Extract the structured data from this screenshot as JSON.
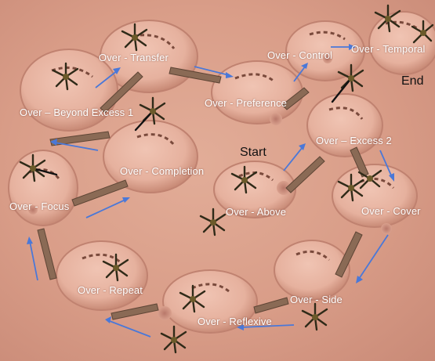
{
  "map": {
    "start_label": "Start",
    "end_label": "End",
    "stations": [
      {
        "id": "transfer",
        "label": "Over - Transfer"
      },
      {
        "id": "control",
        "label": "Over - Control"
      },
      {
        "id": "temporal",
        "label": "Over - Temporal"
      },
      {
        "id": "preference",
        "label": "Over - Preference"
      },
      {
        "id": "beyond-excess-1",
        "label": "Over – Beyond Excess 1"
      },
      {
        "id": "excess-2",
        "label": "Over – Excess 2"
      },
      {
        "id": "completion",
        "label": "Over - Completion"
      },
      {
        "id": "focus",
        "label": "Over - Focus"
      },
      {
        "id": "above",
        "label": "Over - Above"
      },
      {
        "id": "cover",
        "label": "Over - Cover"
      },
      {
        "id": "repeat",
        "label": "Over - Repeat"
      },
      {
        "id": "side",
        "label": "Over - Side"
      },
      {
        "id": "reflexive",
        "label": "Over - Reflexive"
      }
    ],
    "colors": {
      "ground": "#d99d88",
      "path_arrow": "#4a78d8",
      "bridge": "#8a6a55",
      "label_text": "#ffffff",
      "marker_text": "#111111"
    },
    "icons": [
      "palm-tree-icon",
      "bridge-plank",
      "path-arrow"
    ]
  }
}
